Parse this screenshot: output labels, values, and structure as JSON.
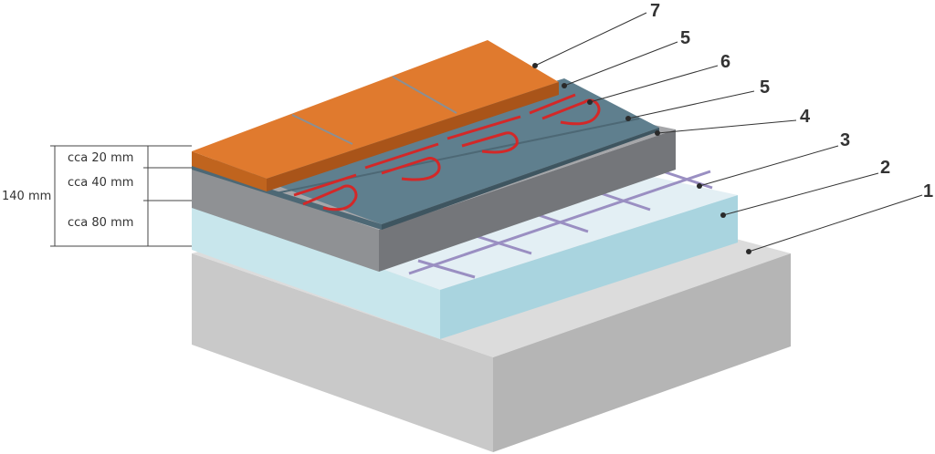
{
  "dimensions": {
    "total": "140 mm",
    "layer_top": "cca 20 mm",
    "layer_middle": "cca 40 mm",
    "layer_bottom": "cca 80 mm"
  },
  "callouts": [
    "7",
    "5",
    "6",
    "5",
    "4",
    "3",
    "2",
    "1"
  ],
  "colors": {
    "tiles": "#e07a2e",
    "tile_side": "#c0641e",
    "screed_top": "#5f7f8e",
    "screed_side": "#4d6875",
    "heating_cable": "#d32828",
    "concrete_grey": "#8f9194",
    "insulation": "#b7dbe4",
    "base_slab": "#d3d3d3",
    "mesh": "#9a8fc2"
  }
}
